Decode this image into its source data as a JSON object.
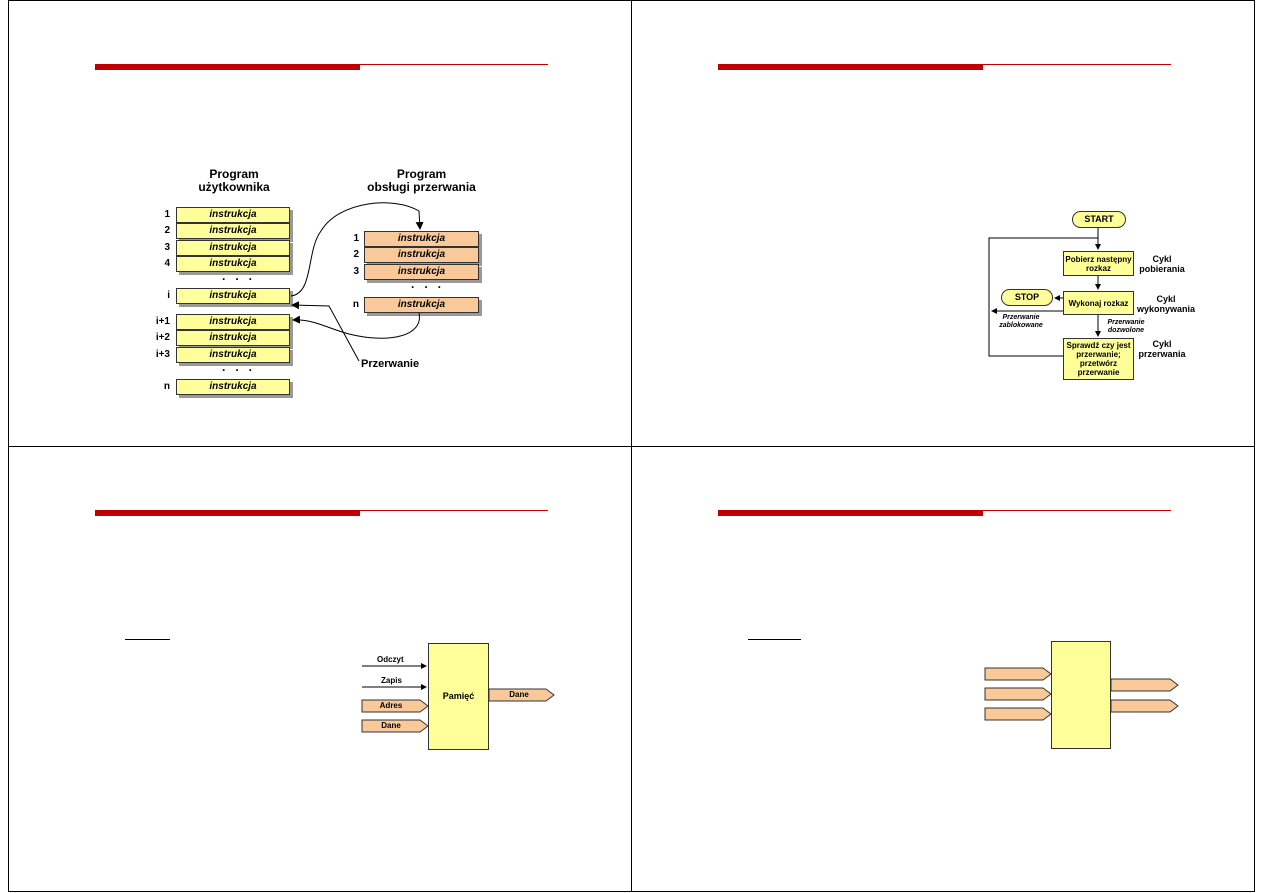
{
  "slide1": {
    "user_program_title_line1": "Program",
    "user_program_title_line2": "użytkownika",
    "handler_title_line1": "Program",
    "handler_title_line2": "obsługi przerwania",
    "instruction_label": "instrukcja",
    "user_numbers": [
      "1",
      "2",
      "3",
      "4",
      "i",
      "i+1",
      "i+2",
      "i+3",
      "n"
    ],
    "handler_numbers": [
      "1",
      "2",
      "3",
      "n"
    ],
    "dots": "· · ·",
    "interrupt_label": "Przerwanie"
  },
  "slide2": {
    "start": "START",
    "fetch": "Pobierz następny rozkaz",
    "execute": "Wykonaj rozkaz",
    "stop": "STOP",
    "check": "Sprawdź czy jest przerwanie; przetwórz przerwanie",
    "cycle_fetch": "Cykl pobierania",
    "cycle_execute": "Cykl wykonywania",
    "cycle_interrupt": "Cykl przerwania",
    "interrupt_blocked": "Przerwanie zablokowane",
    "interrupt_allowed": "Przerwanie dozwolone"
  },
  "slide3": {
    "read": "Odczyt",
    "write": "Zapis",
    "address": "Adres",
    "data_in": "Dane",
    "memory": "Pamięć",
    "data_out": "Dane"
  },
  "colors": {
    "accent_red": "#c00000",
    "yellow_box": "#ffff99",
    "orange_box": "#f9c99a"
  }
}
